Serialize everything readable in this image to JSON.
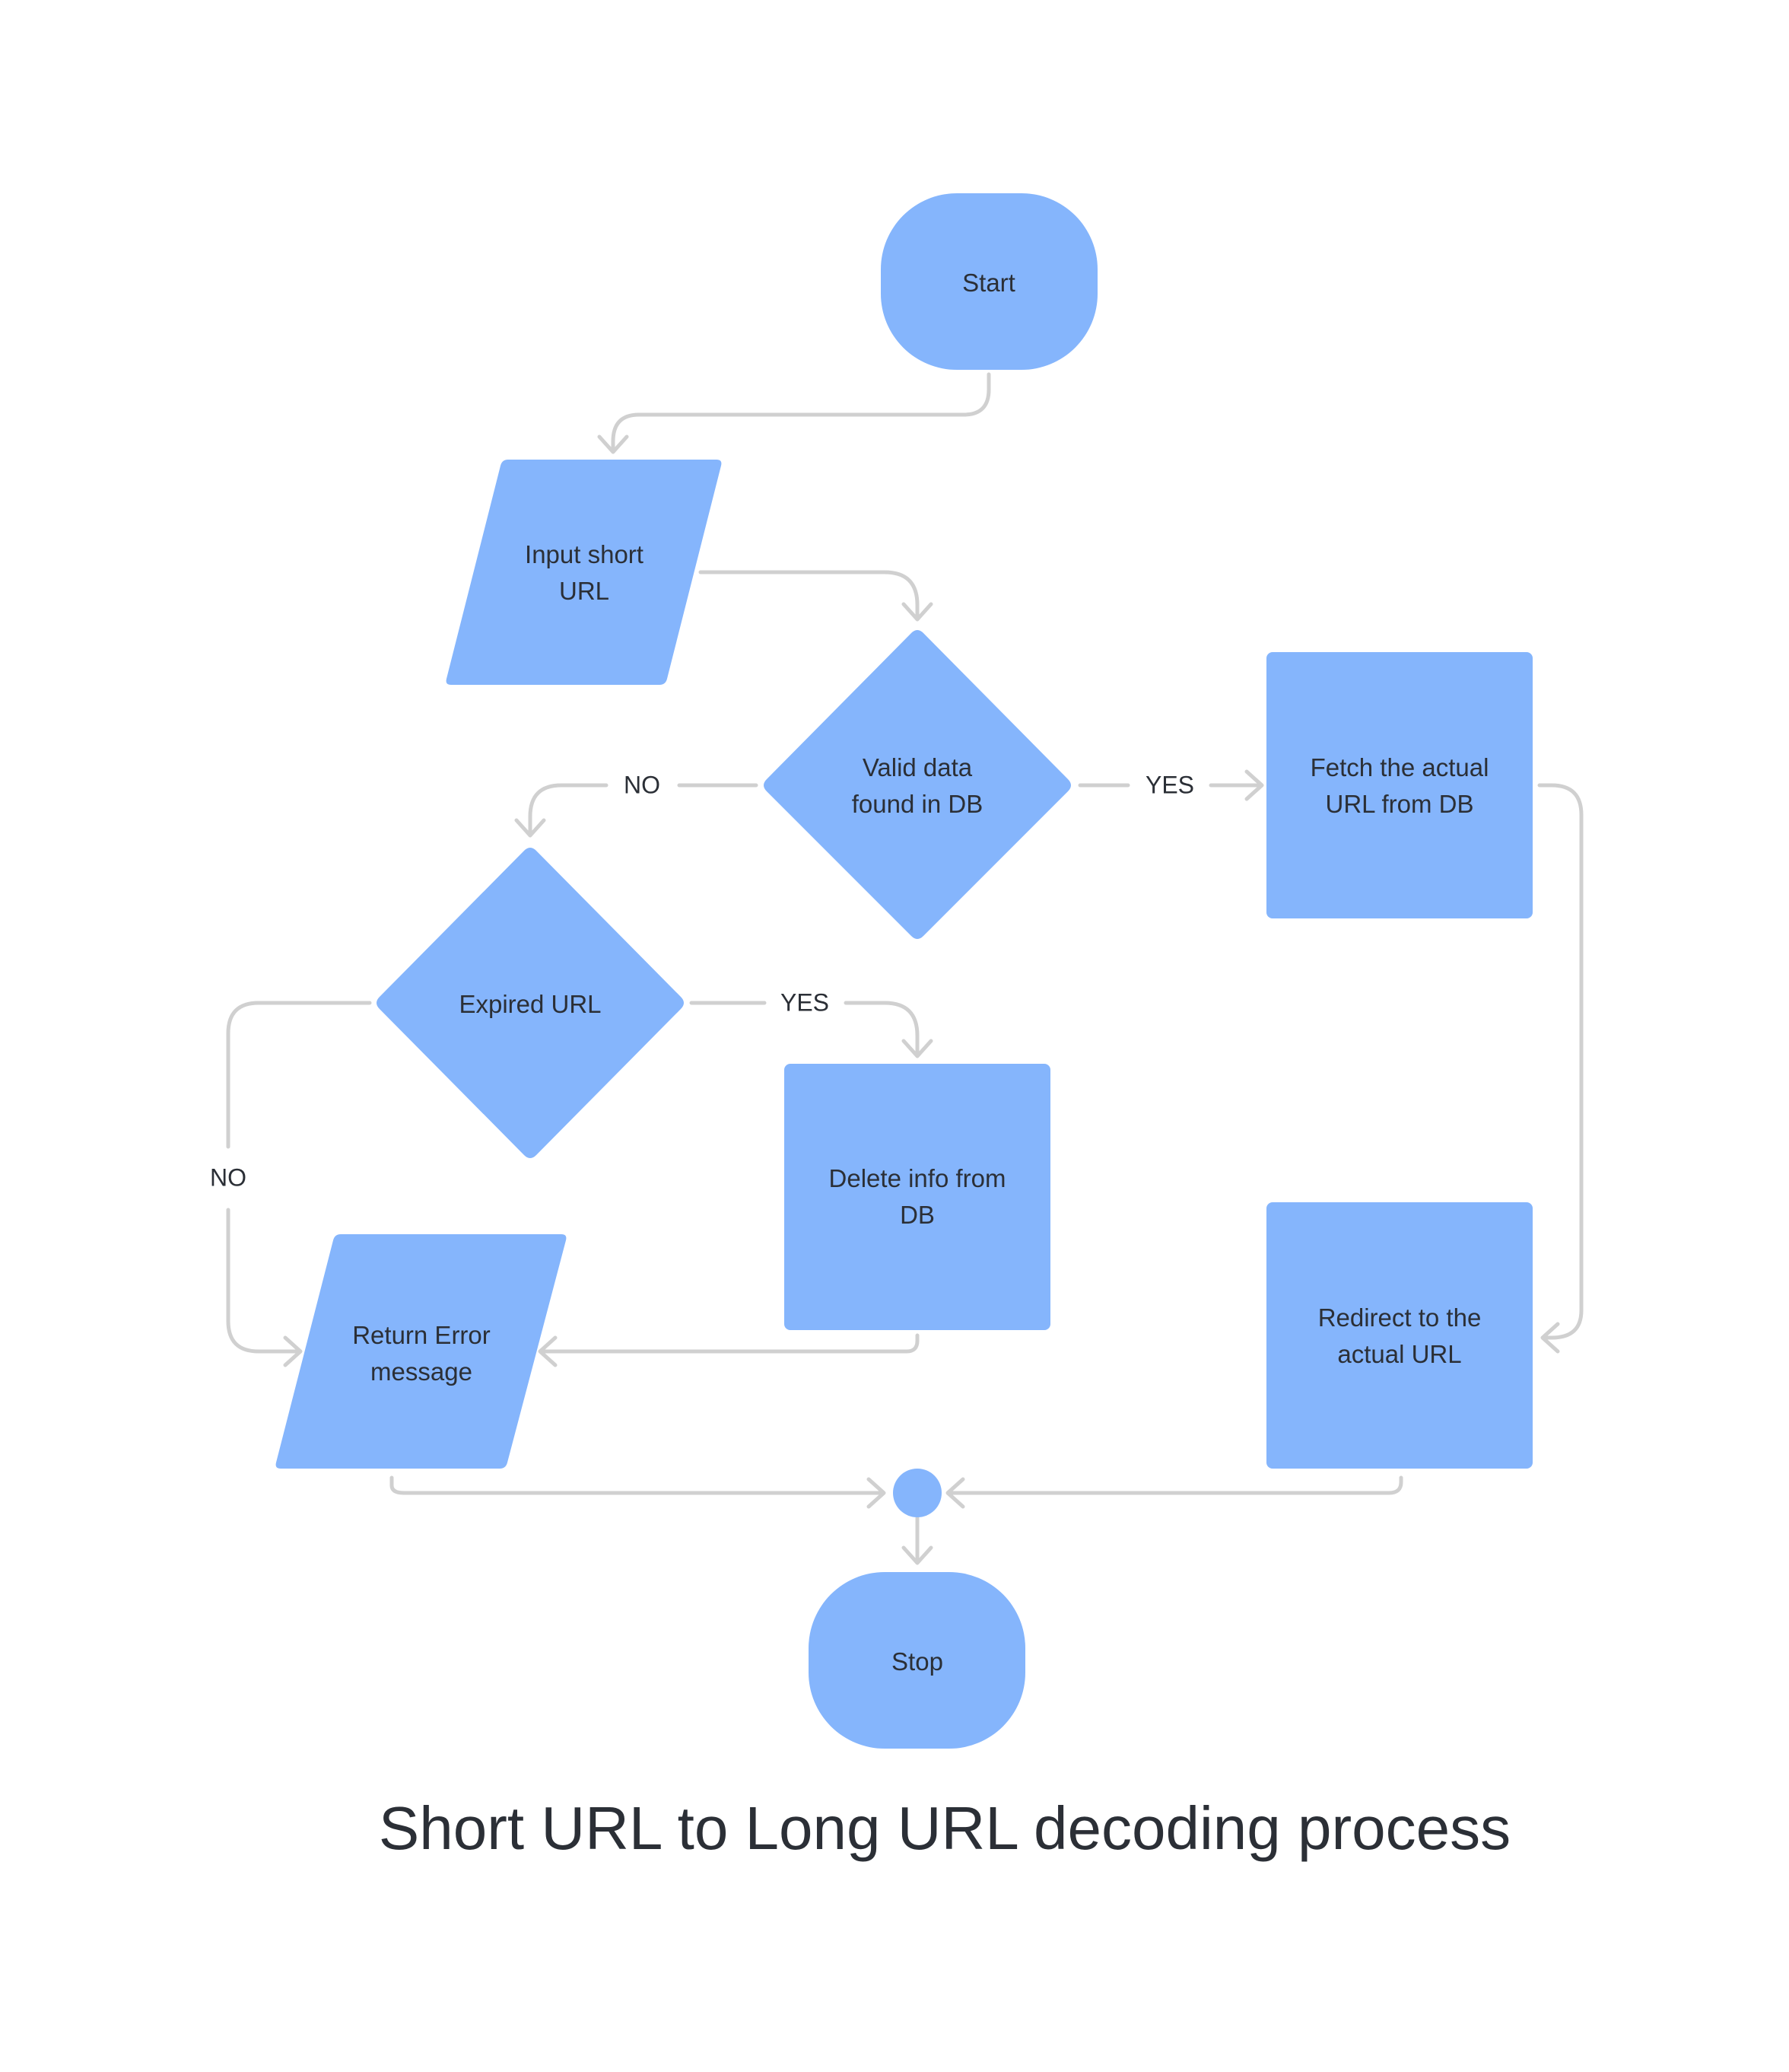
{
  "title": "Short URL to Long URL decoding process",
  "colors": {
    "node_fill": "#85b5fc",
    "connector": "#d0d0d0",
    "text": "#2b2f36",
    "background": "#ffffff"
  },
  "nodes": {
    "start": {
      "shape": "terminator",
      "lines": [
        "Start"
      ]
    },
    "input_short_url": {
      "shape": "parallelogram",
      "lines": [
        "Input short",
        "URL"
      ]
    },
    "valid_data_found": {
      "shape": "decision",
      "lines": [
        "Valid data",
        "found in DB"
      ]
    },
    "fetch_actual_url": {
      "shape": "process",
      "lines": [
        "Fetch the actual",
        "URL from DB"
      ]
    },
    "expired_url": {
      "shape": "decision",
      "lines": [
        "Expired URL"
      ]
    },
    "delete_info": {
      "shape": "process",
      "lines": [
        "Delete info from",
        "DB"
      ]
    },
    "return_error": {
      "shape": "parallelogram",
      "lines": [
        "Return Error",
        "message"
      ]
    },
    "redirect": {
      "shape": "process",
      "lines": [
        "Redirect to the",
        "actual URL"
      ]
    },
    "merge": {
      "shape": "connector-circle",
      "lines": []
    },
    "stop": {
      "shape": "terminator",
      "lines": [
        "Stop"
      ]
    }
  },
  "edges": [
    {
      "from": "start",
      "to": "input_short_url",
      "label": ""
    },
    {
      "from": "input_short_url",
      "to": "valid_data_found",
      "label": ""
    },
    {
      "from": "valid_data_found",
      "to": "fetch_actual_url",
      "label": "YES"
    },
    {
      "from": "valid_data_found",
      "to": "expired_url",
      "label": "NO"
    },
    {
      "from": "expired_url",
      "to": "delete_info",
      "label": "YES"
    },
    {
      "from": "expired_url",
      "to": "return_error",
      "label": "NO"
    },
    {
      "from": "delete_info",
      "to": "return_error",
      "label": ""
    },
    {
      "from": "fetch_actual_url",
      "to": "redirect",
      "label": ""
    },
    {
      "from": "return_error",
      "to": "merge",
      "label": ""
    },
    {
      "from": "redirect",
      "to": "merge",
      "label": ""
    },
    {
      "from": "merge",
      "to": "stop",
      "label": ""
    }
  ]
}
